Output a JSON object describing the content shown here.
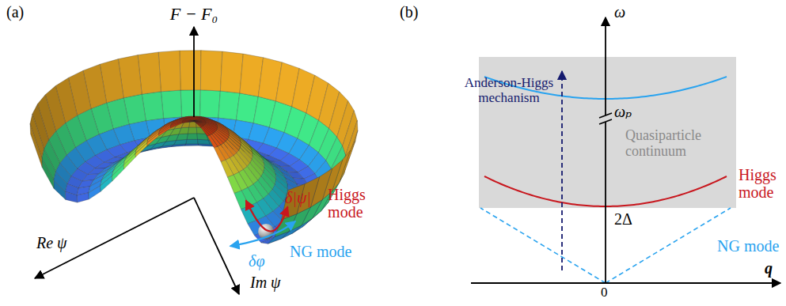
{
  "diagram": {
    "labels": [
      "(a)",
      "F − F₀",
      "Re ψ",
      "Im ψ",
      "δ|ψ|",
      "Higgs mode",
      "δφ",
      "NG mode",
      "(b)",
      "ω",
      "ωₚ",
      "Anderson-Higgs mechanism",
      "Quasiparticle continuum",
      "Higgs mode",
      "2Δ",
      "NG mode",
      "q",
      "0"
    ]
  }
}
